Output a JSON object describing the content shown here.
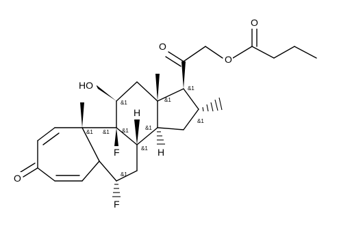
{
  "molecule": {
    "atoms": {
      "hydroxyl": "HO",
      "ketone_side": "O",
      "ester_o": "O",
      "ester_carbonyl": "O",
      "ring_ketone": "O",
      "fluoro_9": "F",
      "fluoro_6": "F",
      "h_8": "H",
      "h_14": "H"
    },
    "stereo_label": "&1"
  }
}
